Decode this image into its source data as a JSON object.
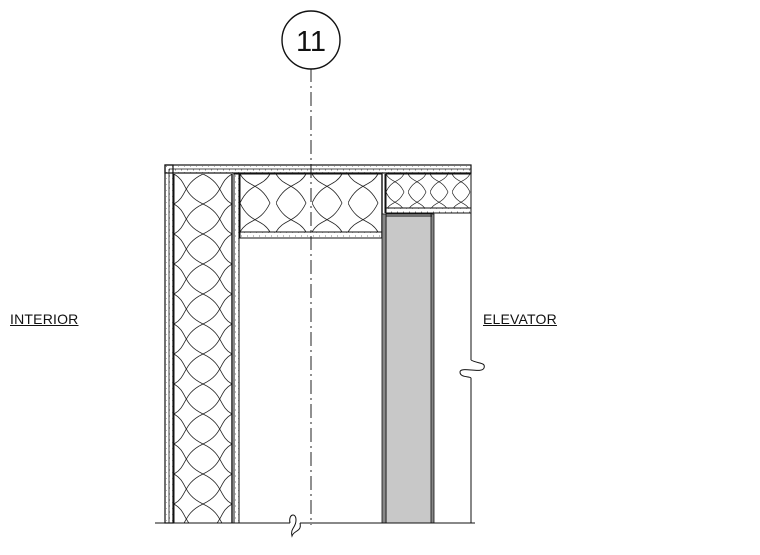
{
  "grid_marker": {
    "label": "11"
  },
  "labels": {
    "interior": "INTERIOR",
    "elevator": "ELEVATOR"
  },
  "colors": {
    "line": "#1a1a1a",
    "steel_fill": "#c8c8c8",
    "background": "#ffffff"
  }
}
